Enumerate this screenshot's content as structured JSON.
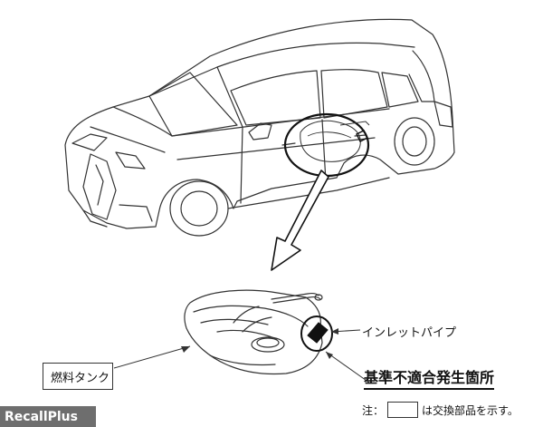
{
  "labels": {
    "inlet_pipe": "インレットパイプ",
    "fuel_tank": "燃料タンク",
    "defect_location": "基準不適合発生箇所",
    "note_prefix": "注：",
    "note_suffix": "は交換部品を示す。"
  },
  "watermark": "RecallPlus",
  "colors": {
    "line": "#333333",
    "text": "#111111",
    "watermark_bg": "#6e6e6e"
  }
}
